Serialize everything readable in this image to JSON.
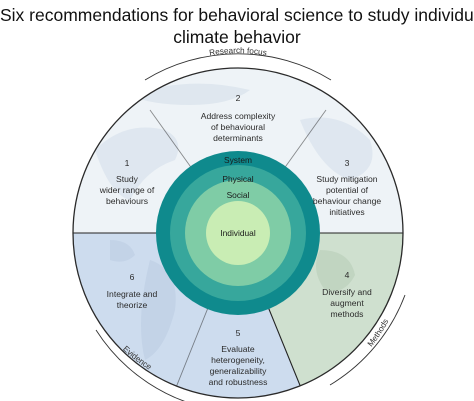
{
  "title": {
    "line1": "Six recommendations for behavioral science to study individual",
    "line2": "climate behavior"
  },
  "arcs": {
    "research_focus": "Research focus",
    "methods": "Methods",
    "evidence": "Evidence"
  },
  "rings": {
    "system": "System",
    "physical": "Physical",
    "social": "Social",
    "individual": "Individual"
  },
  "segments": [
    {
      "number": "1",
      "lines": [
        "Study",
        "wider range of",
        "behaviours"
      ]
    },
    {
      "number": "2",
      "lines": [
        "Address complexity",
        "of behavioural",
        "determinants"
      ]
    },
    {
      "number": "3",
      "lines": [
        "Study mitigation",
        "potential of",
        "behaviour change",
        "initiatives"
      ]
    },
    {
      "number": "4",
      "lines": [
        "Diversify and",
        "augment",
        "methods"
      ]
    },
    {
      "number": "5",
      "lines": [
        "Evaluate",
        "heterogeneity,",
        "generalizability",
        "and robustness"
      ]
    },
    {
      "number": "6",
      "lines": [
        "Integrate and",
        "theorize"
      ]
    }
  ],
  "colors": {
    "research_fill": "#eef3f7",
    "methods_fill": "#cfe0cf",
    "evidence_fill": "#cddcee",
    "ring_system": "#0f8a8d",
    "ring_physical": "#37a79c",
    "ring_social": "#7fcca6",
    "ring_individual": "#c9edb4"
  }
}
